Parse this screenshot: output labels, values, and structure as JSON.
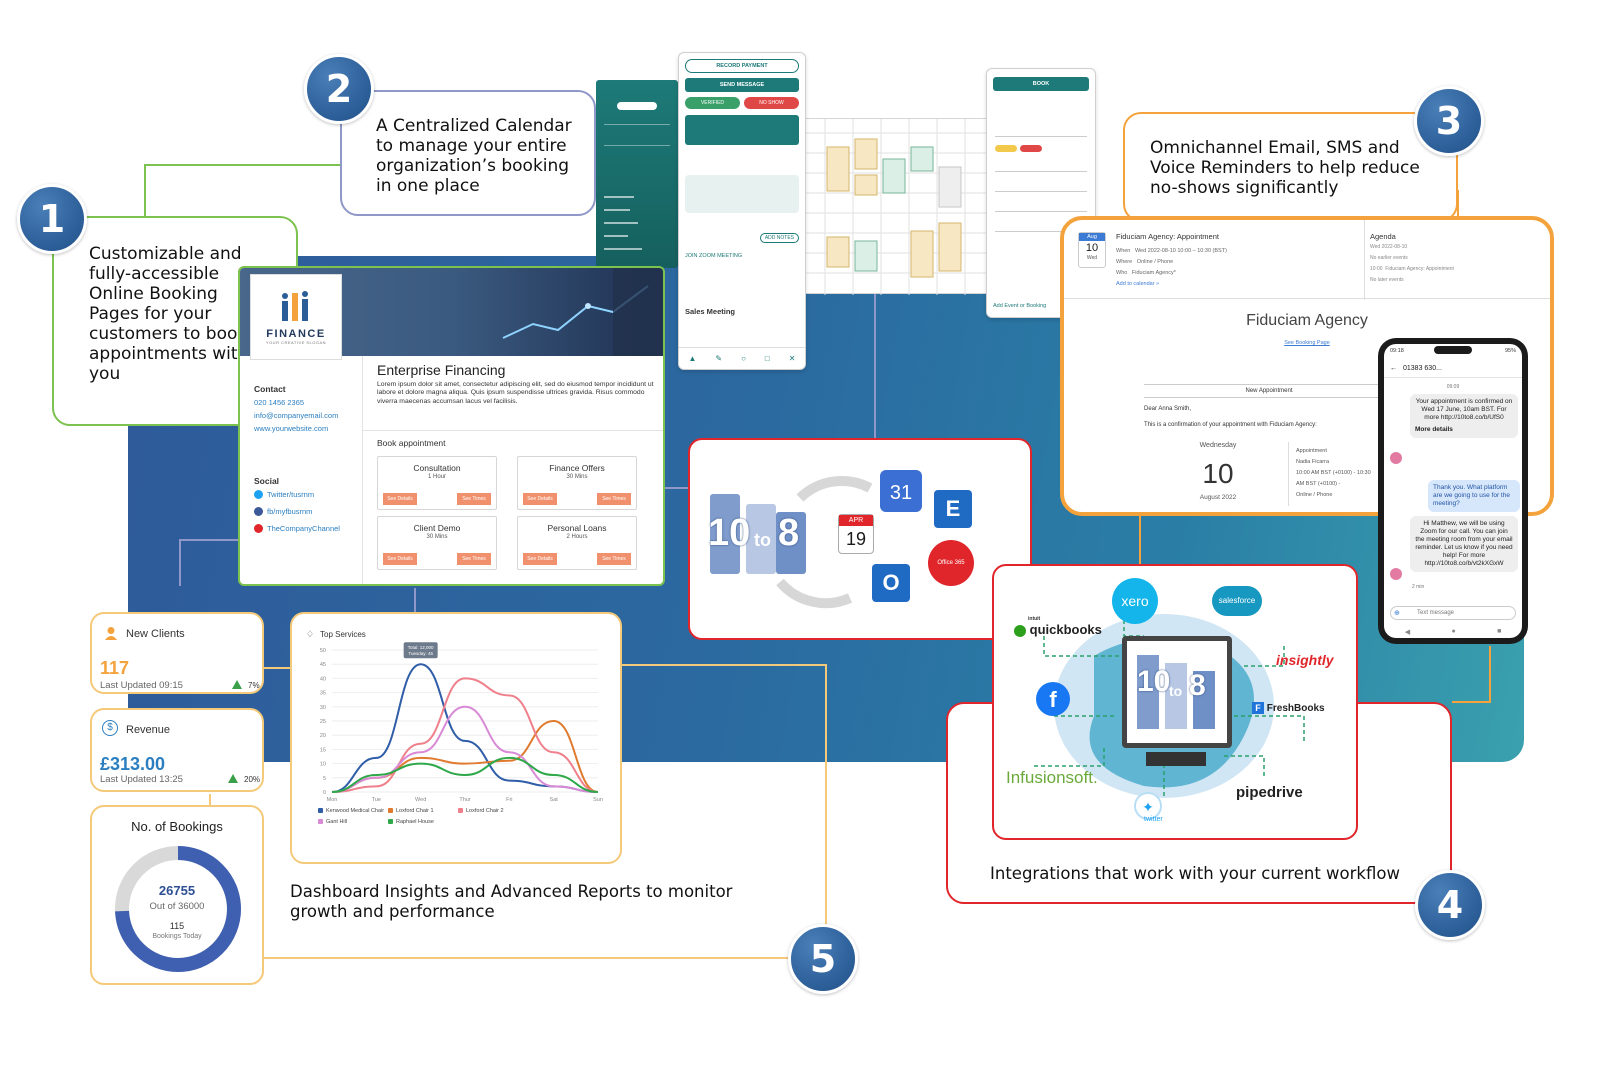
{
  "colors": {
    "green": "#7cc24e",
    "orange": "#f4a23c",
    "red": "#e0262b",
    "blue": "#2b5d97",
    "lavender": "#8f98c8",
    "yellow": "#f5c97a"
  },
  "features": [
    {
      "number": "1",
      "text": "Customizable and fully-accessible Online Booking Pages for your customers to book appointments with you"
    },
    {
      "number": "2",
      "text": "A Centralized Calendar to manage your entire organization’s booking in one place"
    },
    {
      "number": "3",
      "text": "Omnichannel Email, SMS and Voice Reminders to help reduce no-shows significantly"
    },
    {
      "number": "4",
      "text": "Integrations that work with your current workflow"
    },
    {
      "number": "5",
      "text": "Dashboard Insights and Advanced Reports to monitor growth and performance"
    }
  ],
  "booking_page": {
    "brand": "FINANCE",
    "brand_tagline": "YOUR CREATIVE SLOGAN",
    "title": "Enterprise Financing",
    "description": "Lorem ipsum dolor sit amet, consectetur adipiscing elit, sed do eiusmod tempor incididunt ut labore et dolore magna aliqua. Quis ipsum suspendisse ultrices gravida. Risus commodo viverra maecenas accumsan lacus vel facilisis.",
    "contact_heading": "Contact",
    "phone": "020 1456 2365",
    "email": "info@companyemail.com",
    "website": "www.yourwebsite.com",
    "social_heading": "Social",
    "twitter": "Twitter/tusrnm",
    "facebook": "fb/myfbusrnm",
    "youtube": "TheCompanyChannel",
    "book_heading": "Book appointment",
    "details_label": "See Details",
    "times_label": "See Times",
    "services": [
      {
        "name": "Consultation",
        "duration": "1 Hour"
      },
      {
        "name": "Finance Offers",
        "duration": "30 Mins"
      },
      {
        "name": "Client Demo",
        "duration": "30 Mins"
      },
      {
        "name": "Personal Loans",
        "duration": "2 Hours"
      }
    ]
  },
  "email_preview": {
    "subject": "Fiduciam Agency: Appointment",
    "when_label": "When",
    "when": "Wed 2022-08-10 10:00 – 10:30 (BST)",
    "where_label": "Where",
    "where": "Online / Phone",
    "who_label": "Who",
    "who": "Fiduciam Agency*",
    "add_to_calendar": "Add to calendar »",
    "agenda": "Agenda",
    "agenda_date": "Wed 2022-08-10",
    "no_earlier": "No earlier events",
    "agenda_item_time": "10:00",
    "agenda_item": "Fiduciam Agency: Appointment",
    "no_later": "No later events",
    "month": "Aug",
    "day": "10",
    "weekday": "Wed",
    "agency": "Fiduciam Agency",
    "booking_link": "See Booking Page",
    "new_appointment": "New Appointment",
    "greeting": "Dear Anna Smith,",
    "confirmation": "This is a confirmation of your appointment with Fiduciam Agency:",
    "big_weekday": "Wednesday",
    "big_day": "10",
    "big_month": "August 2022",
    "appt_label": "Appointment",
    "appt_staff": "Nadia Ficarra",
    "appt_time": "10:00 AM BST (+0100) - 10:30 AM BST (+0100) -",
    "appt_where": "Online / Phone"
  },
  "phone": {
    "time": "09:18",
    "battery": "95%",
    "contact": "01383 630...",
    "msg_time": "09:09",
    "msg1": "Your appointment is confirmed on Wed 17 June, 10am BST. For more http://10to8.co/b/UfS0",
    "more_details": "More details",
    "msg2": "Thank you. What platform are we going to use for the meeting?",
    "msg3": "Hi Matthew, we will be using Zoom for our call. You can join the meeting room from your email reminder. Let us know if you need help! For more http://10to8.co/b/vt2kXGxW",
    "msg3_time": "2 min",
    "input_placeholder": "Text message"
  },
  "integrations_hub": {
    "logo_left": "10",
    "logo_mid": "to",
    "logo_right": "8",
    "calendar_day": "31",
    "apr_month": "APR",
    "apr_day": "19",
    "office_label": "Office 365"
  },
  "integrations": {
    "names": [
      "xero",
      "salesforce",
      "quickbooks",
      "intuit",
      "insightly",
      "FreshBooks",
      "Infusionsoft.",
      "pipedrive",
      "twitter"
    ]
  },
  "dashboard": {
    "new_clients": {
      "label": "New Clients",
      "value": "117",
      "updated": "Last Updated 09:15",
      "change": "7%"
    },
    "revenue": {
      "label": "Revenue",
      "value": "£313.00",
      "updated": "Last Updated 13:25",
      "change": "20%"
    },
    "bookings": {
      "title": "No. of Bookings",
      "value": "26755",
      "out_of": "Out of 36000",
      "today_value": "115",
      "today_label": "Bookings Today",
      "fraction": 0.743
    },
    "top_services_title": "Top Services",
    "tooltip_total": "Total: 12,000",
    "tooltip_tuesday": "Tuesday: 45"
  },
  "calendar_panel": {
    "record_payment": "RECORD PAYMENT",
    "send_message": "SEND MESSAGE",
    "verified": "VERIFIED",
    "no_show": "NO SHOW",
    "add_notes": "ADD NOTES",
    "sales_meeting": "Sales Meeting",
    "join_link": "JOIN ZOOM MEETING",
    "book": "BOOK",
    "add_event": "Add Event or Booking"
  },
  "chart_data": {
    "type": "line",
    "title": "Top Services",
    "categories": [
      "Mon",
      "Tue",
      "Wed",
      "Thur",
      "Fri",
      "Sat",
      "Sun"
    ],
    "ylim": [
      0,
      50
    ],
    "yticks": [
      0,
      5,
      10,
      15,
      20,
      25,
      30,
      35,
      40,
      45,
      50
    ],
    "series": [
      {
        "name": "Kenwood Medical Chair",
        "color": "#2f5da8",
        "values": [
          0,
          12,
          45,
          18,
          4,
          2,
          0
        ]
      },
      {
        "name": "Loxford Chair 1",
        "color": "#e07a2e",
        "values": [
          0,
          5,
          12,
          10,
          11,
          25,
          0
        ]
      },
      {
        "name": "Loxford Chair 2",
        "color": "#ef7f8b",
        "values": [
          0,
          2,
          17,
          40,
          34,
          14,
          0
        ]
      },
      {
        "name": "Gant Hill",
        "color": "#d98ad6",
        "values": [
          0,
          5,
          14,
          30,
          14,
          2,
          0
        ]
      },
      {
        "name": "Raphael House",
        "color": "#2fa84a",
        "values": [
          0,
          6,
          10,
          6,
          12,
          6,
          0
        ]
      }
    ]
  }
}
